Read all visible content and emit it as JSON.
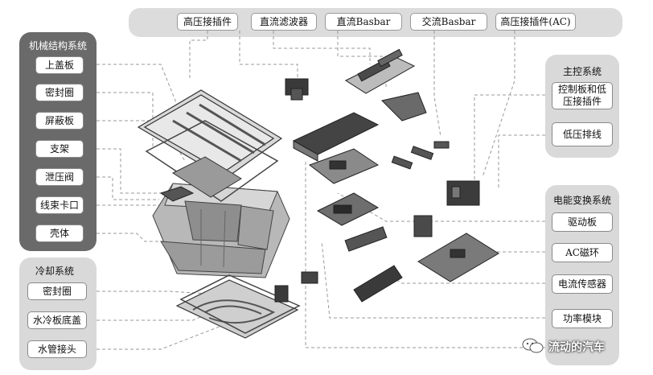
{
  "top_bar": {
    "items": [
      "高压接插件",
      "直流滤波器",
      "直流Basbar",
      "交流Basbar",
      "高压接插件(AC)"
    ]
  },
  "mechanical": {
    "title": "机械结构系统",
    "items": [
      "上盖板",
      "密封圈",
      "屏蔽板",
      "支架",
      "泄压阀",
      "线束卡口",
      "壳体"
    ]
  },
  "cooling": {
    "title": "冷却系统",
    "items": [
      "密封圈",
      "水冷板底盖",
      "水管接头"
    ]
  },
  "control": {
    "title": "主控系统",
    "items": [
      "控制板和低压接插件",
      "低压排线"
    ]
  },
  "power": {
    "title": "电能变换系统",
    "items": [
      "驱动板",
      "AC磁环",
      "电流传感器",
      "功率模块"
    ]
  },
  "watermark": {
    "text": "流动的汽车"
  }
}
